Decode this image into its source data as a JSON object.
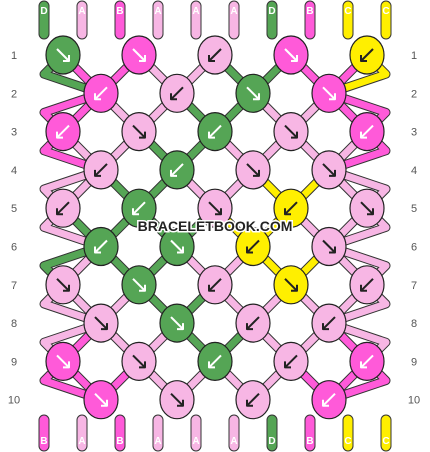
{
  "site": "BRACELETBOOK.COM",
  "colors": {
    "A": "#f7b6e4",
    "B": "#ff5ad9",
    "C": "#ffef00",
    "D": "#55a555"
  },
  "strings_top": [
    "D",
    "A",
    "B",
    "A",
    "A",
    "A",
    "D",
    "B",
    "C",
    "C"
  ],
  "strings_bottom": [
    "B",
    "A",
    "B",
    "A",
    "A",
    "A",
    "D",
    "B",
    "C",
    "C"
  ],
  "row_labels": [
    "1",
    "2",
    "3",
    "4",
    "5",
    "6",
    "7",
    "8",
    "9",
    "10"
  ],
  "knots": [
    [
      {
        "c": "D",
        "d": "R"
      },
      {
        "c": "B",
        "d": "R"
      },
      {
        "c": "A",
        "d": "L"
      },
      {
        "c": "B",
        "d": "R"
      },
      {
        "c": "C",
        "d": "L"
      }
    ],
    [
      {
        "c": "B",
        "d": "L"
      },
      {
        "c": "A",
        "d": "L"
      },
      {
        "c": "D",
        "d": "R"
      },
      {
        "c": "B",
        "d": "R"
      }
    ],
    [
      {
        "c": "B",
        "d": "L"
      },
      {
        "c": "A",
        "d": "R"
      },
      {
        "c": "D",
        "d": "L"
      },
      {
        "c": "A",
        "d": "R"
      },
      {
        "c": "B",
        "d": "L"
      }
    ],
    [
      {
        "c": "A",
        "d": "L"
      },
      {
        "c": "D",
        "d": "L"
      },
      {
        "c": "A",
        "d": "R"
      },
      {
        "c": "A",
        "d": "R"
      }
    ],
    [
      {
        "c": "A",
        "d": "L"
      },
      {
        "c": "D",
        "d": "L"
      },
      {
        "c": "A",
        "d": "R"
      },
      {
        "c": "C",
        "d": "L"
      },
      {
        "c": "A",
        "d": "R"
      }
    ],
    [
      {
        "c": "D",
        "d": "L"
      },
      {
        "c": "D",
        "d": "R"
      },
      {
        "c": "C",
        "d": "L"
      },
      {
        "c": "A",
        "d": "R"
      }
    ],
    [
      {
        "c": "A",
        "d": "R"
      },
      {
        "c": "D",
        "d": "R"
      },
      {
        "c": "A",
        "d": "L"
      },
      {
        "c": "C",
        "d": "R"
      },
      {
        "c": "A",
        "d": "L"
      }
    ],
    [
      {
        "c": "A",
        "d": "R"
      },
      {
        "c": "D",
        "d": "R"
      },
      {
        "c": "A",
        "d": "L"
      },
      {
        "c": "A",
        "d": "L"
      }
    ],
    [
      {
        "c": "B",
        "d": "R"
      },
      {
        "c": "A",
        "d": "R"
      },
      {
        "c": "D",
        "d": "L"
      },
      {
        "c": "A",
        "d": "L"
      },
      {
        "c": "B",
        "d": "L"
      }
    ],
    [
      {
        "c": "B",
        "d": "R"
      },
      {
        "c": "A",
        "d": "R"
      },
      {
        "c": "A",
        "d": "L"
      },
      {
        "c": "B",
        "d": "L"
      }
    ]
  ]
}
